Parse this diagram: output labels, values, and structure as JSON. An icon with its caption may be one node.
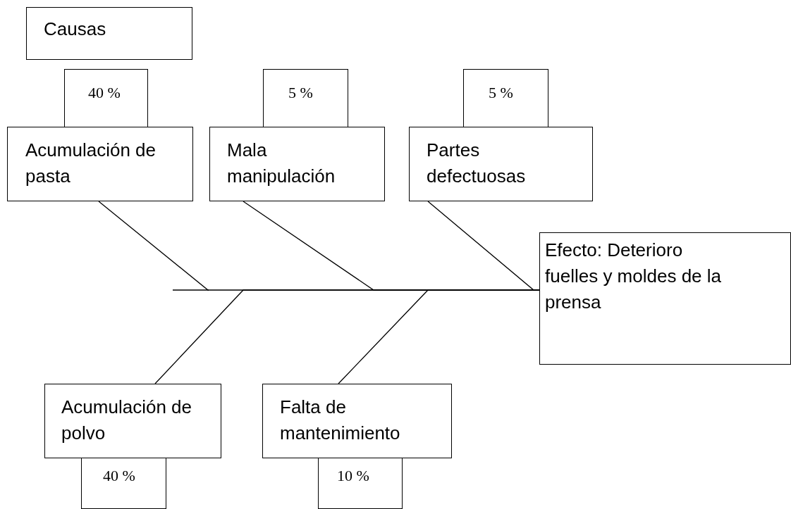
{
  "diagram": {
    "nodes": [
      {
        "text": [
          "Causas"
        ]
      },
      {
        "text": [
          "40 %"
        ]
      },
      {
        "text": [
          "Acumulación de pasta"
        ]
      },
      {
        "text": [
          "5 %"
        ]
      },
      {
        "text": [
          "Mala manipulación"
        ]
      },
      {
        "text": [
          "5 %"
        ]
      },
      {
        "text": [
          "Partes defectuosas"
        ]
      },
      {
        "text": [
          "Efecto: Deterioro fuelles y moldes de la prensa"
        ]
      },
      {
        "text": [
          "Acumulación de polvo"
        ]
      },
      {
        "text": [
          "Falta de mantenimiento"
        ]
      },
      {
        "text": [
          "40 %"
        ]
      },
      {
        "text": [
          "10 %"
        ]
      }
    ],
    "edges": [
      {
        "from": 2,
        "to": 7,
        "arrow": "none"
      },
      {
        "from": 4,
        "to": 7,
        "arrow": "none"
      },
      {
        "from": 6,
        "to": 7,
        "arrow": "none"
      },
      {
        "from": 8,
        "to": 7,
        "arrow": "none"
      },
      {
        "from": 9,
        "to": 7,
        "arrow": "none"
      }
    ]
  }
}
